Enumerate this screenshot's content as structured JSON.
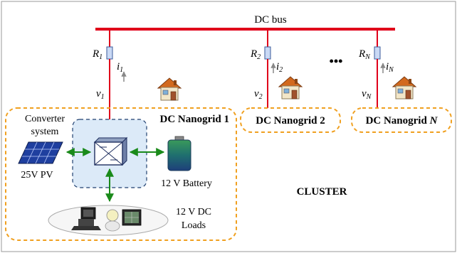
{
  "bus": {
    "label": "DC bus"
  },
  "nanogrids": [
    {
      "resistor": "R",
      "resistor_sub": "1",
      "current": "i",
      "current_sub": "1",
      "voltage": "v",
      "voltage_sub": "1",
      "title": "DC Nanogrid 1"
    },
    {
      "resistor": "R",
      "resistor_sub": "2",
      "current": "i",
      "current_sub": "2",
      "voltage": "v",
      "voltage_sub": "2",
      "title": "DC Nanogrid 2"
    },
    {
      "resistor": "R",
      "resistor_sub": "N",
      "current": "i",
      "current_sub": "N",
      "voltage": "v",
      "voltage_sub": "N",
      "title_prefix": "DC Nanogrid ",
      "title_suffix": "N"
    }
  ],
  "ellipsis": "•••",
  "converter": {
    "line1": "Converter",
    "line2": "system"
  },
  "pv": {
    "label": "25V PV"
  },
  "battery": {
    "label": "12 V Battery"
  },
  "loads": {
    "line1": "12 V DC",
    "line2": "Loads"
  },
  "cluster": {
    "label": "CLUSTER"
  },
  "colors": {
    "bus": "#e0001a",
    "flow": "#1a8a1a",
    "dashed": "#f0a020",
    "converter_fill": "#dceaf8"
  }
}
